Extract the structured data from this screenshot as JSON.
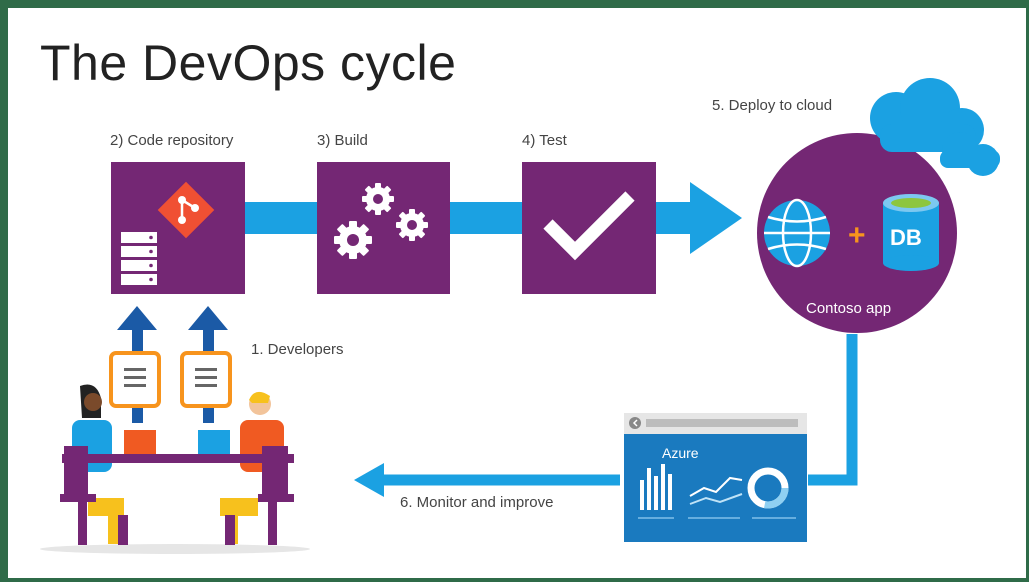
{
  "title": "The DevOps cycle",
  "steps": {
    "developers": "1. Developers",
    "code_repository": "2) Code repository",
    "build": "3) Build",
    "test": "4) Test",
    "deploy": "5. Deploy to cloud",
    "monitor": "6. Monitor and improve"
  },
  "cloud_app": {
    "name": "Contoso app",
    "plus": "+",
    "db_label": "DB"
  },
  "dashboard": {
    "label": "Azure"
  },
  "colors": {
    "purple": "#742774",
    "cyan": "#1ba1e2",
    "blue": "#1a7abf",
    "navy": "#1b5aa6",
    "orange": "#f7941d",
    "green_frame": "#2f6b48"
  }
}
